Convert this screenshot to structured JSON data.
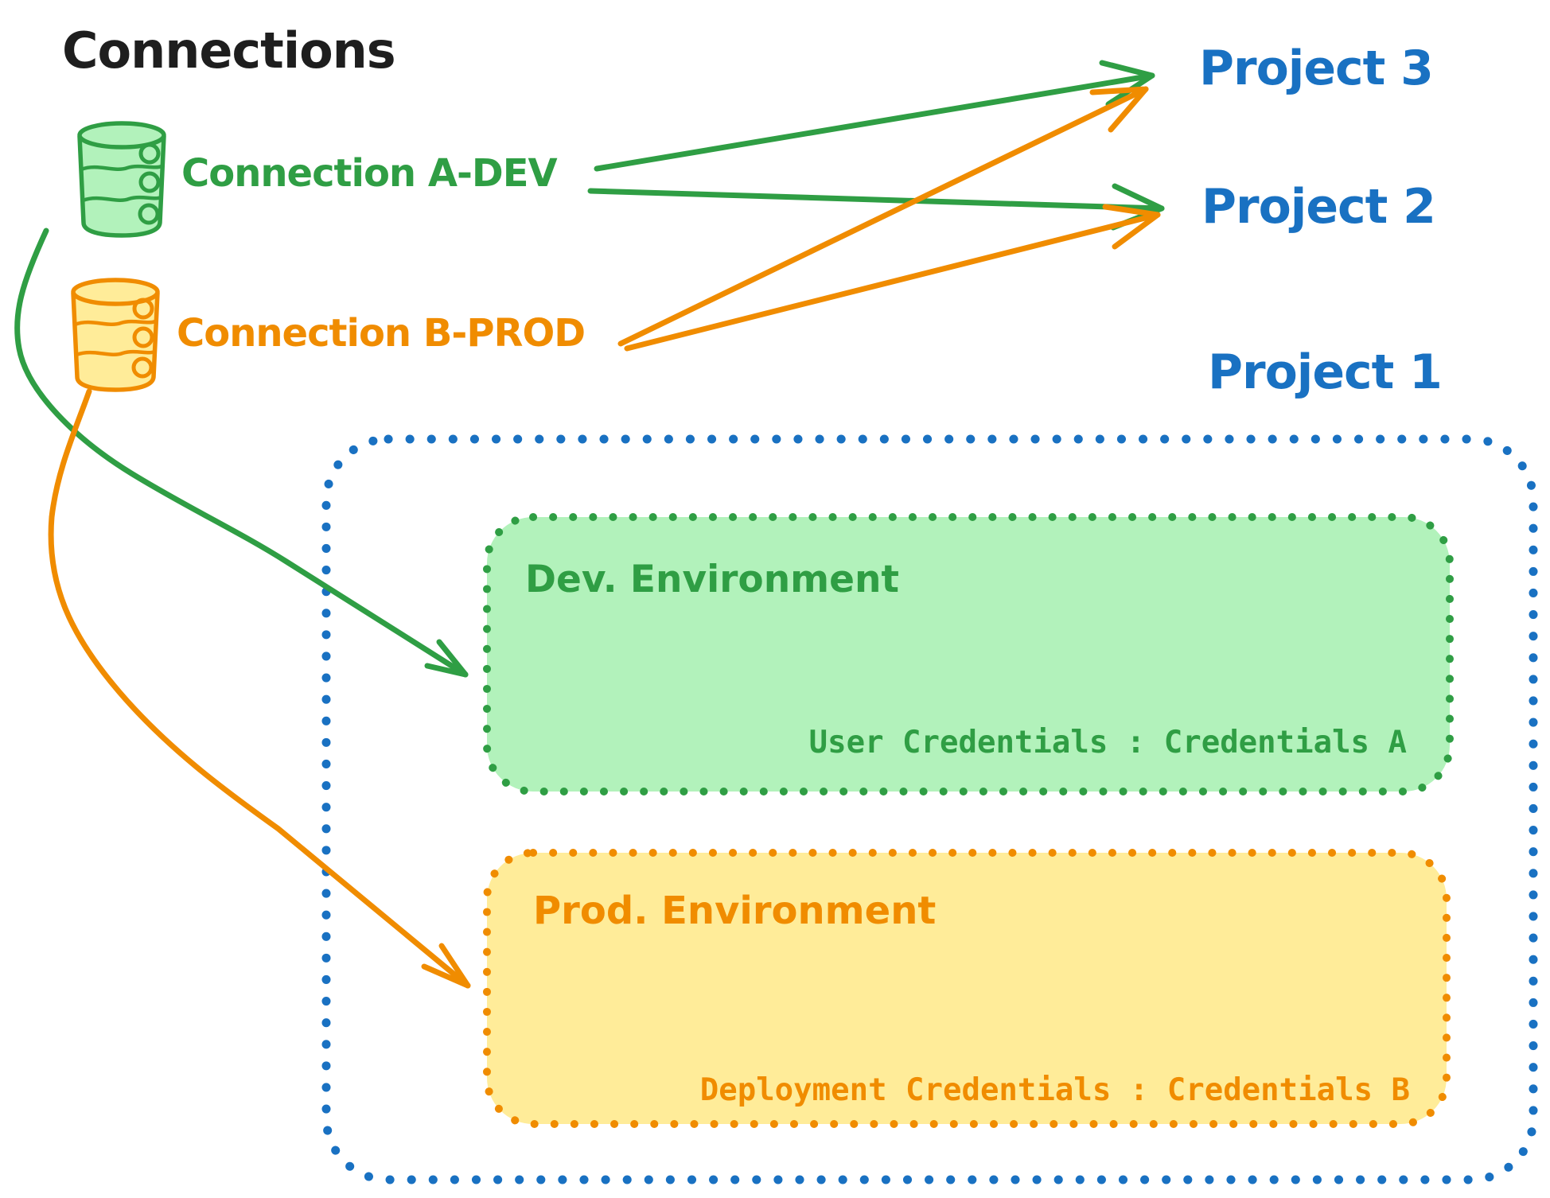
{
  "diagram": {
    "title": "Connections",
    "connections": [
      {
        "id": "A",
        "label": "Connection A-DEV",
        "color": "#2f9e44",
        "fill": "#b2f2bb",
        "icon": "database-icon"
      },
      {
        "id": "B",
        "label": "Connection B-PROD",
        "color": "#f08c00",
        "fill": "#ffec99",
        "icon": "database-icon"
      }
    ],
    "projects": [
      {
        "label": "Project 3"
      },
      {
        "label": "Project 2"
      },
      {
        "label": "Project 1"
      }
    ],
    "project1": {
      "environments": [
        {
          "name": "Dev. Environment",
          "credentials": "User Credentials : Credentials A",
          "stroke": "#2f9e44",
          "fill": "#b2f2bb"
        },
        {
          "name": "Prod. Environment",
          "credentials": "Deployment Credentials : Credentials B",
          "stroke": "#f08c00",
          "fill": "#ffec99"
        }
      ]
    },
    "edges": [
      {
        "from": "Connection A-DEV",
        "to": "Project 3",
        "color": "#2f9e44",
        "style": "straight"
      },
      {
        "from": "Connection A-DEV",
        "to": "Project 2",
        "color": "#2f9e44",
        "style": "straight"
      },
      {
        "from": "Connection B-PROD",
        "to": "Project 3",
        "color": "#f08c00",
        "style": "straight"
      },
      {
        "from": "Connection B-PROD",
        "to": "Project 2",
        "color": "#f08c00",
        "style": "straight"
      },
      {
        "from": "Connection A-DEV",
        "to": "Dev. Environment",
        "color": "#2f9e44",
        "style": "curved"
      },
      {
        "from": "Connection B-PROD",
        "to": "Prod. Environment",
        "color": "#f08c00",
        "style": "curved"
      }
    ],
    "colors": {
      "blue": "#1971c2",
      "green": "#2f9e44",
      "green_fill": "#b2f2bb",
      "orange": "#f08c00",
      "orange_fill": "#ffec99",
      "black": "#1e1e1e",
      "background": "#ffffff"
    }
  }
}
